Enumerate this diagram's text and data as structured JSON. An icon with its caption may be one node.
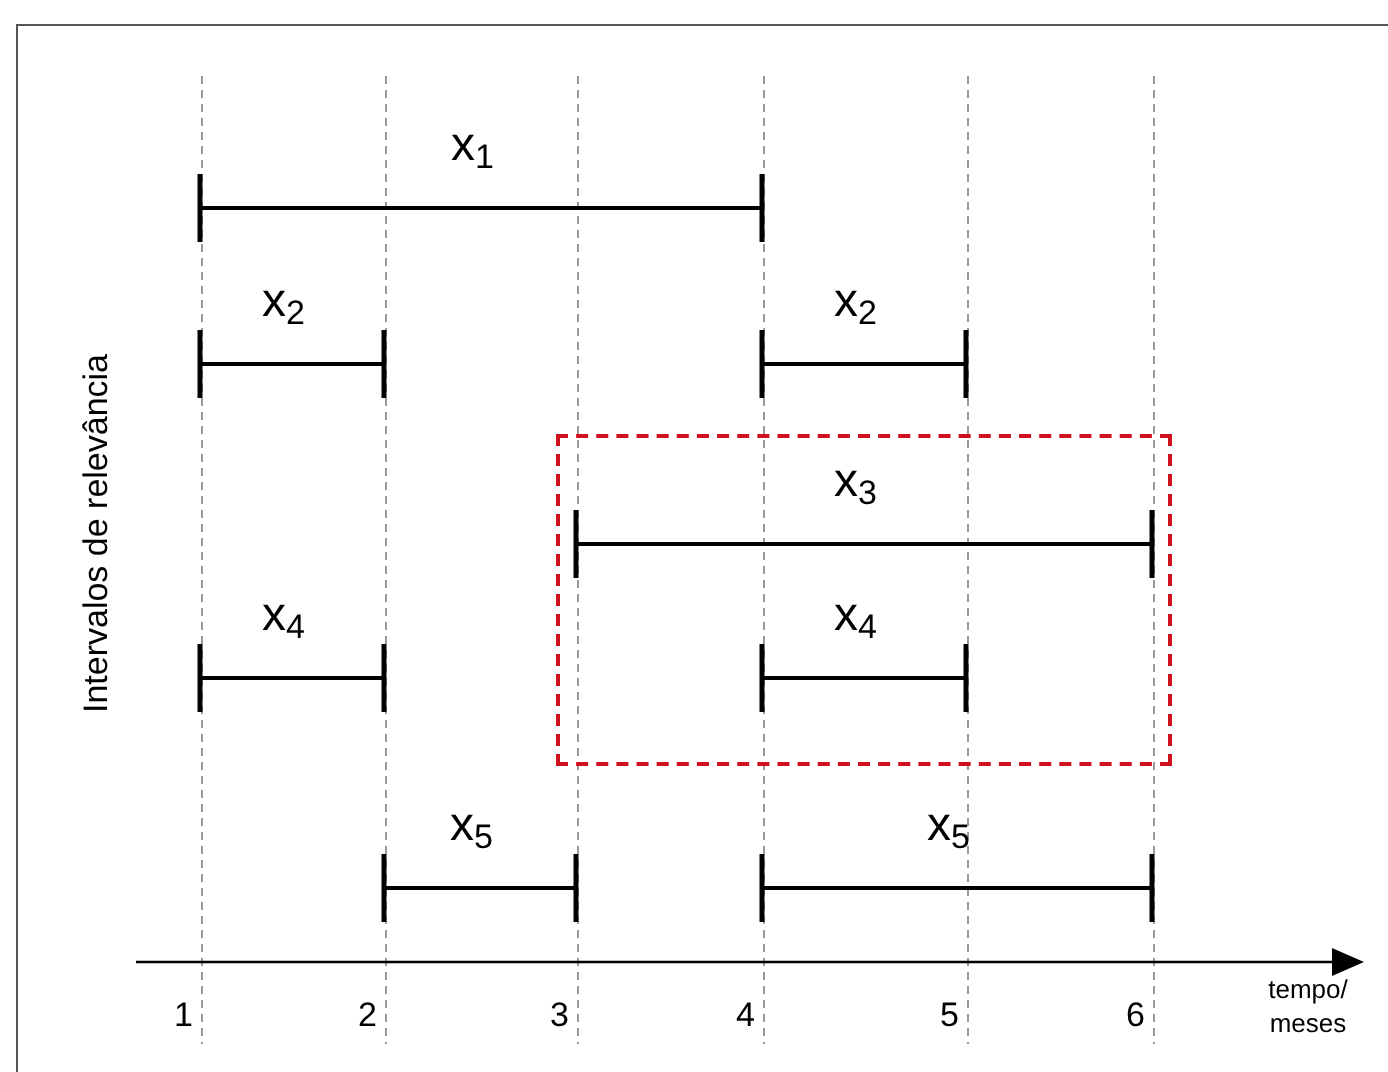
{
  "diagram": {
    "nodes": [
      {
        "text": [],
        "shape": "bar",
        "beside": [
          "x$_{1}$"
        ]
      },
      {
        "text": [],
        "shape": "bar",
        "beside": [
          "x$_{2}$"
        ]
      },
      {
        "text": [],
        "shape": "bar",
        "beside": [
          "x$_{2}$"
        ]
      },
      {
        "text": [],
        "shape": "box"
      },
      {
        "text": [],
        "shape": "bar",
        "beside": [
          "x$_{3}$"
        ],
        "in": 3
      },
      {
        "text": [],
        "shape": "bar",
        "beside": [
          "x$_{4}$"
        ]
      },
      {
        "text": [],
        "shape": "bar",
        "beside": [
          "x$_{4}$"
        ],
        "in": 3
      },
      {
        "text": [],
        "shape": "bar",
        "beside": [
          "x$_{5}$"
        ]
      },
      {
        "text": [],
        "shape": "bar",
        "beside": [
          "x$_{5}$"
        ]
      }
    ],
    "labels": [
      "Intervalos de relevância",
      "1",
      "2",
      "3",
      "4",
      "5",
      "6",
      "tempo/ meses"
    ]
  }
}
